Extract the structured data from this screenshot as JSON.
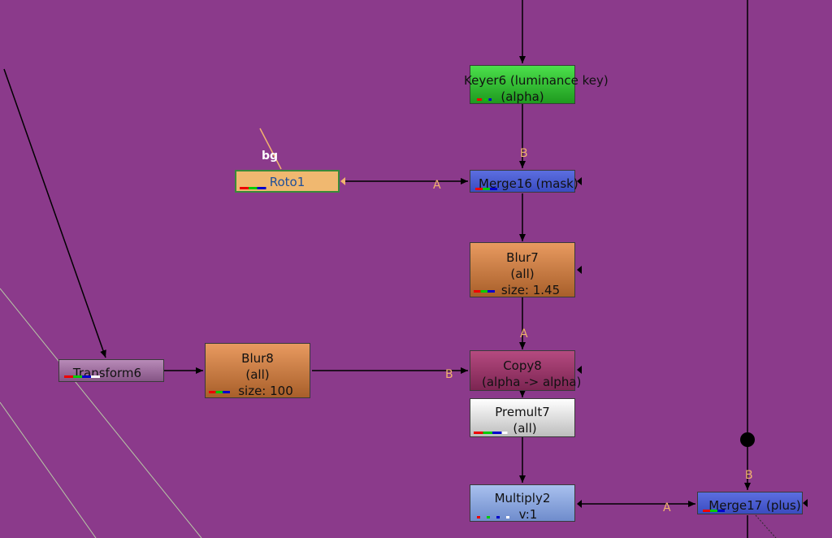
{
  "nodes": {
    "keyer6": {
      "line1": "Keyer6 (luminance key)",
      "line2": "(alpha)"
    },
    "roto1": {
      "line1": "Roto1"
    },
    "merge16": {
      "line1": "Merge16 (mask)"
    },
    "blur7": {
      "line1": "Blur7",
      "line2": "(all)",
      "line3": "size: 1.45"
    },
    "transform6": {
      "line1": "Transform6"
    },
    "blur8": {
      "line1": "Blur8",
      "line2": "(all)",
      "line3": "size: 100"
    },
    "copy8": {
      "line1": "Copy8",
      "line2": "(alpha -> alpha)"
    },
    "premult7": {
      "line1": "Premult7",
      "line2": "(all)"
    },
    "multiply2": {
      "line1": "Multiply2",
      "line2": "v:1"
    },
    "merge17": {
      "line1": "Merge17 (plus)"
    }
  },
  "input_labels": {
    "merge16_b": "B",
    "merge16_a": "A",
    "blur7_a": "A",
    "copy8_b": "B",
    "merge17_b": "B",
    "merge17_a": "A",
    "roto_bg": "bg"
  },
  "colors": {
    "background": "#8b3a8b",
    "keyer": "#3ec83e",
    "merge": "#4a5ed6",
    "blur": "#d9864f",
    "copy": "#9e3a6a",
    "premult": "#e8e8e8",
    "multiply": "#8fa9dd",
    "transform": "#a0739f",
    "roto": "#f0b870",
    "input_label": "#f2b36e"
  }
}
